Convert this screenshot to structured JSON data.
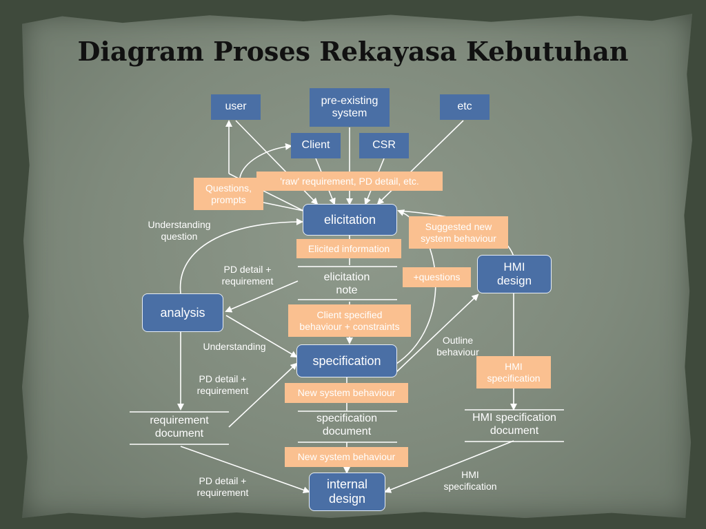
{
  "title": "Diagram Proses Rekayasa Kebutuhan",
  "nodes": {
    "user": "user",
    "pre_existing": "pre-existing\nsystem",
    "etc": "etc",
    "client": "Client",
    "csr": "CSR",
    "elicitation": "elicitation",
    "analysis": "analysis",
    "specification": "specification",
    "hmi_design": "HMI\ndesign",
    "internal_design": "internal\ndesign"
  },
  "tags": {
    "raw_requirement": "'raw' requirement, PD detail, etc.",
    "questions_prompts": "Questions,\nprompts",
    "suggested_behaviour": "Suggested new\nsystem behaviour",
    "elicited_information": "Elicited information",
    "plus_questions": "+questions",
    "client_specified": "Client specified\nbehaviour + constraints",
    "hmi_specification_tag": "HMI\nspecification",
    "new_system_behaviour_1": "New system behaviour",
    "new_system_behaviour_2": "New system behaviour"
  },
  "documents": {
    "elicitation_note": "elicitation\nnote",
    "requirement_document": "requirement\ndocument",
    "specification_document": "specification\ndocument",
    "hmi_specification_document": "HMI specification\ndocument"
  },
  "edge_labels": {
    "understanding_question": "Understanding\nquestion",
    "pd_detail_1": "PD detail +\nrequirement",
    "understanding": "Understanding",
    "pd_detail_2": "PD detail +\nrequirement",
    "outline_behaviour": "Outline\nbehaviour",
    "pd_detail_3": "PD detail +\nrequirement",
    "hmi_specification_edge": "HMI\nspecification"
  },
  "colors": {
    "node_blue": "#4a6fa5",
    "tag_orange": "#fac090",
    "background": "#3f4a3c",
    "paper": "#838e80"
  }
}
